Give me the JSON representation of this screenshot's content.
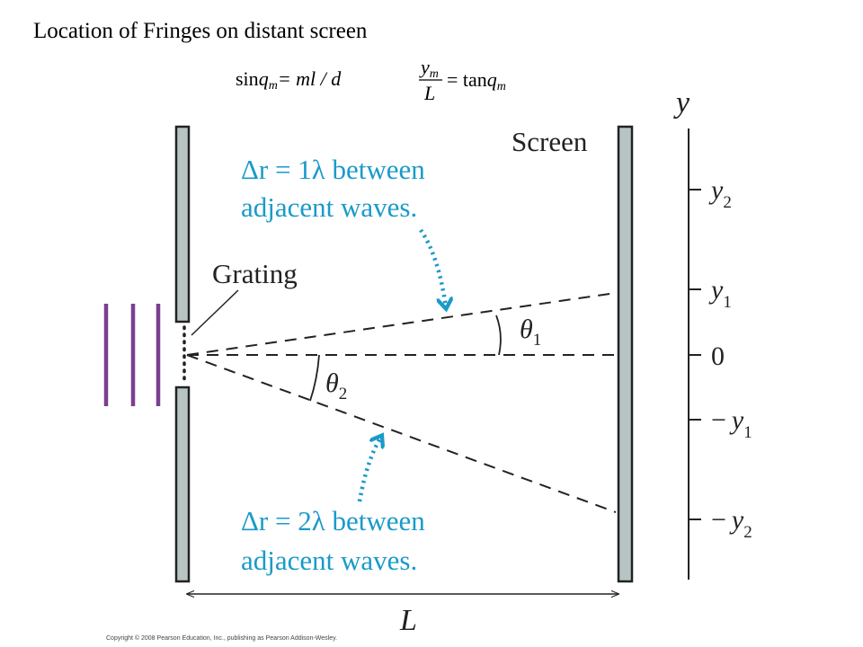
{
  "title": "Location of Fringes on distant screen",
  "formulas": {
    "sin_fn": "sin",
    "sin_theta": "q",
    "sub_m": "m",
    "eq_rhs_1": "= ml / d",
    "frac_num": "y",
    "frac_den": "L",
    "eq_rhs_2": "= tan",
    "tan_theta": "q"
  },
  "labels": {
    "screen": "Screen",
    "grating": "Grating",
    "delta_r_1": "Δr = 1λ between",
    "delta_r_1_line2": "adjacent waves.",
    "delta_r_2": "Δr = 2λ between",
    "delta_r_2_line2": "adjacent waves.",
    "theta": "θ",
    "theta_1_sub": "1",
    "theta_2_sub": "2",
    "distance": "L",
    "copyright": "Copyright © 2008 Pearson Education, Inc., publishing as Pearson Addison-Wesley."
  },
  "axis": {
    "label": "y",
    "ticks": [
      {
        "sign": "",
        "var": "y",
        "sub": "2"
      },
      {
        "sign": "",
        "var": "y",
        "sub": "1"
      },
      {
        "sign": "",
        "var": "0",
        "sub": ""
      },
      {
        "sign": "−",
        "var": "y",
        "sub": "1"
      },
      {
        "sign": "−",
        "var": "y",
        "sub": "2"
      }
    ]
  },
  "colors": {
    "annotation": "#1a9ac9",
    "waves": "#7b3f8f",
    "slab_fill": "#b8c4c4",
    "ink": "#222222"
  }
}
